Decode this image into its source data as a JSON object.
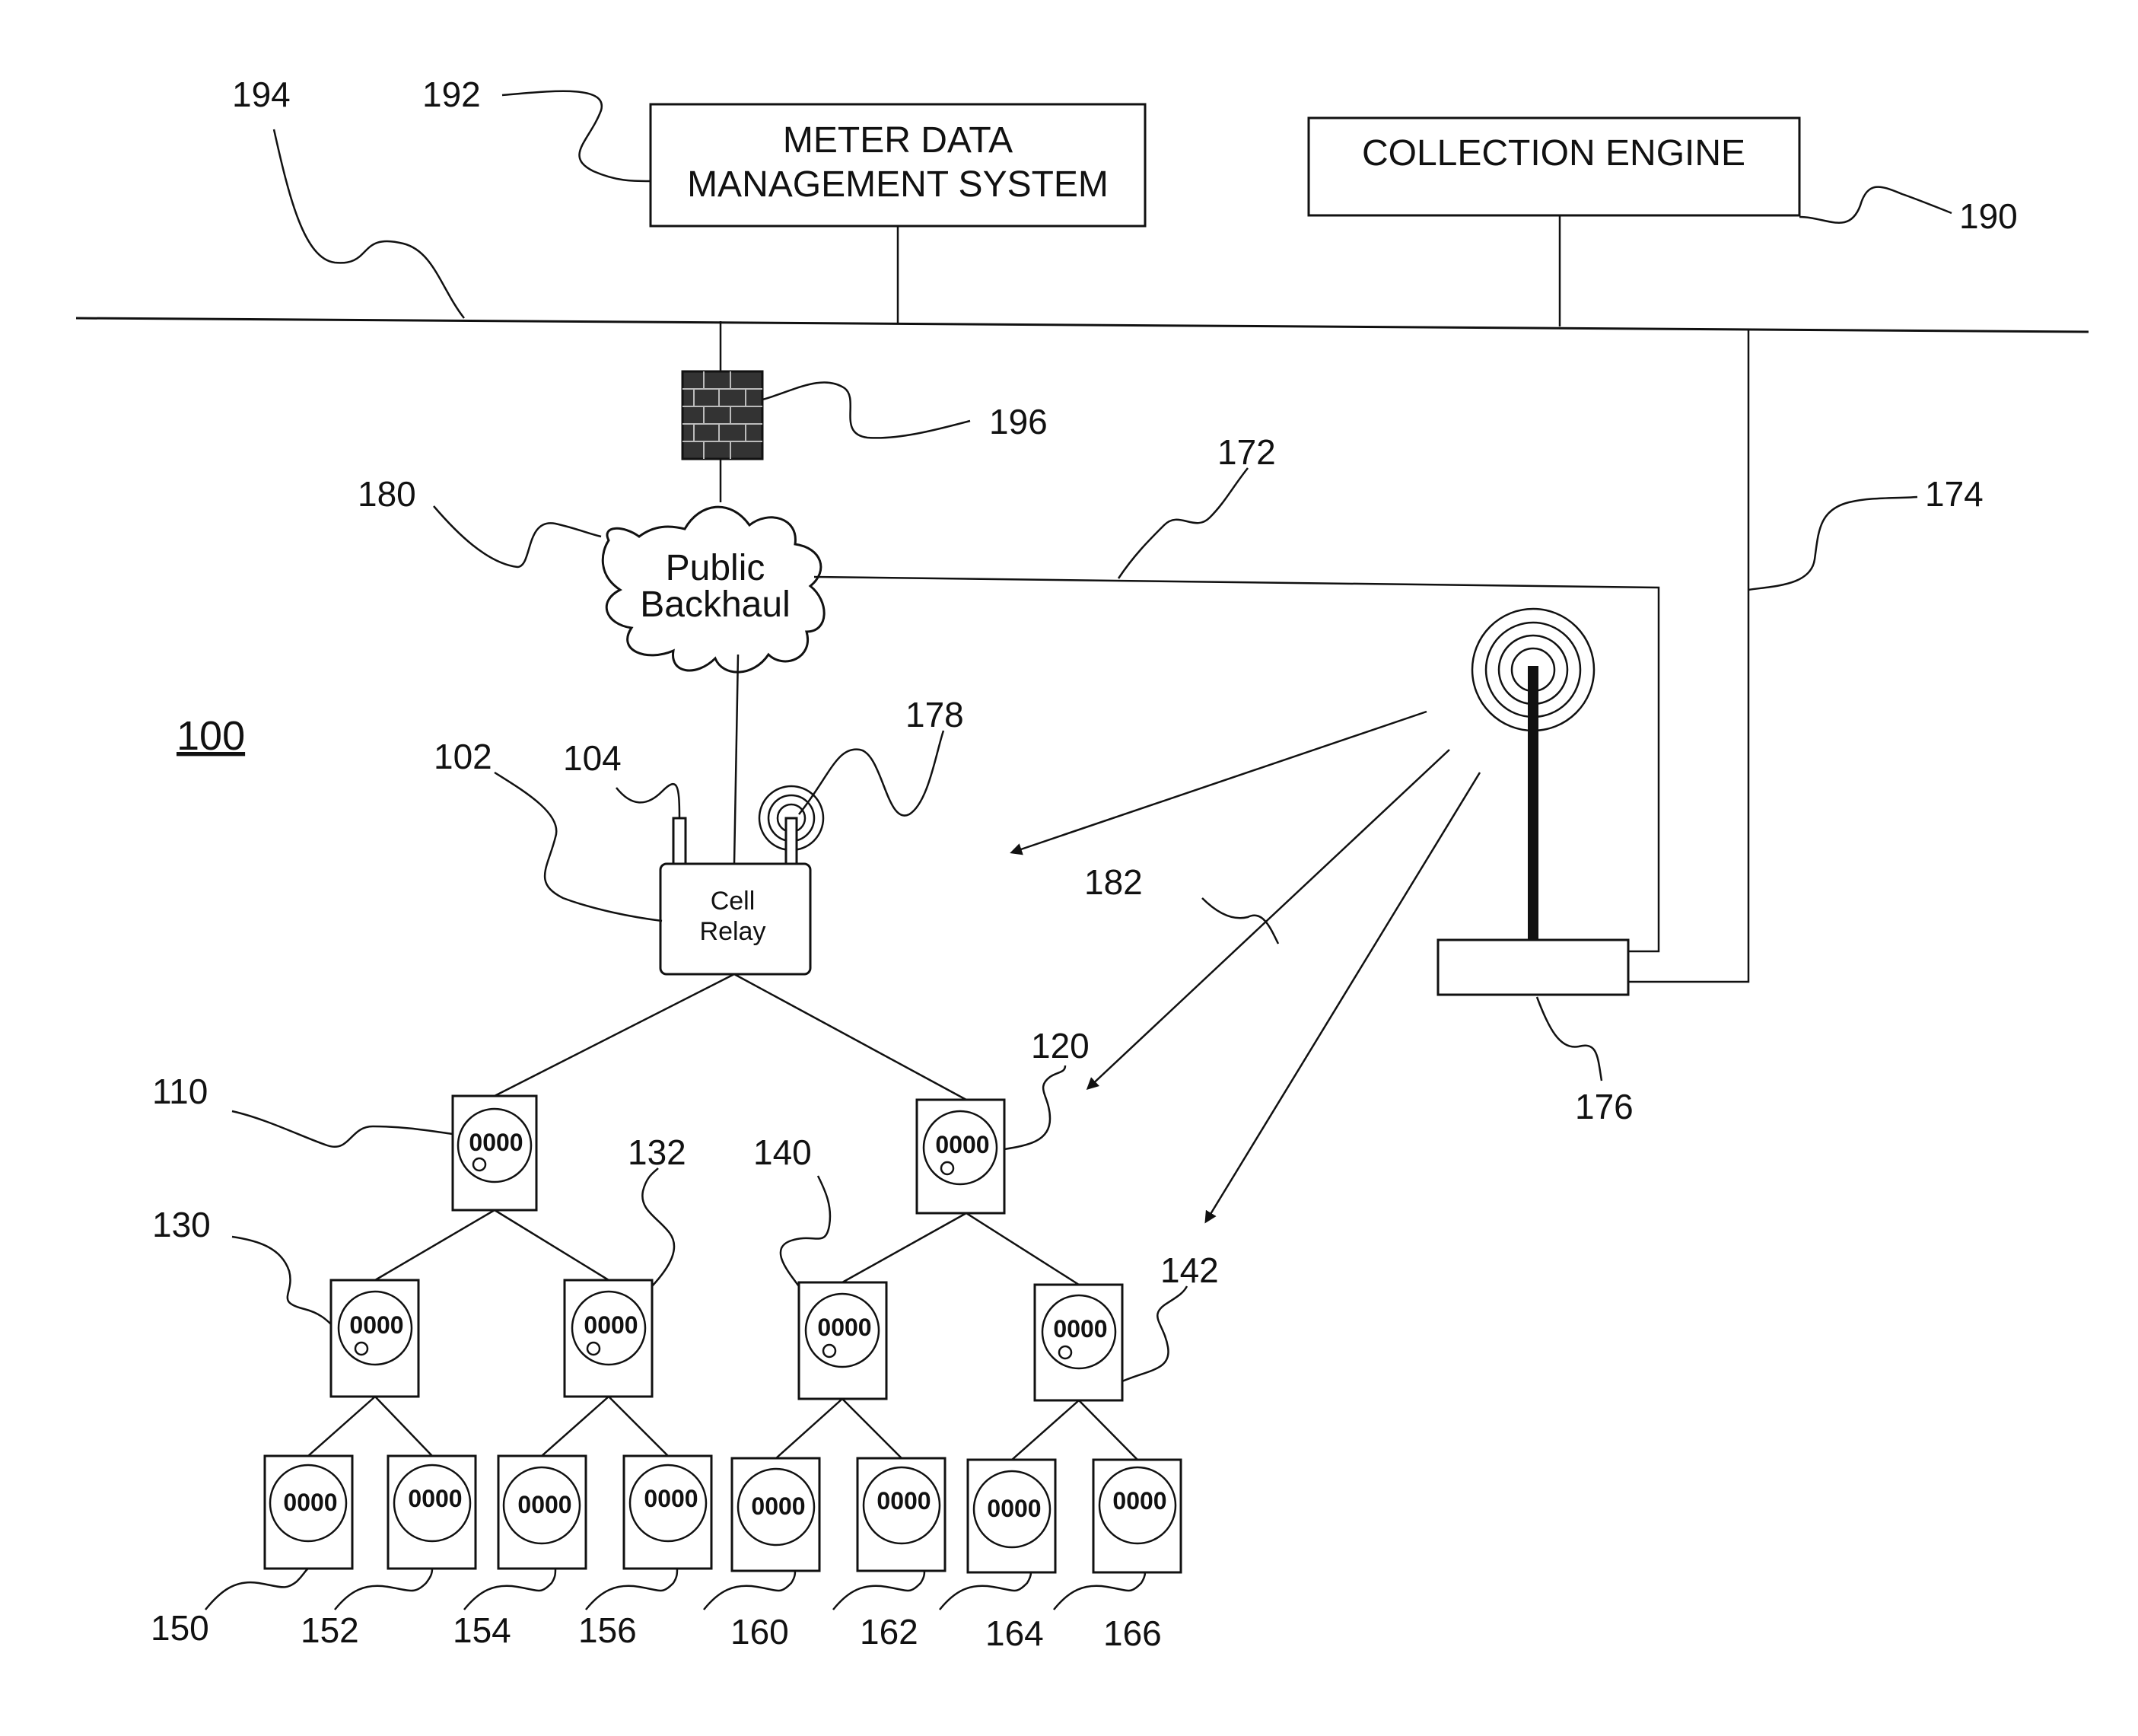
{
  "figure_ref": "100",
  "systems": {
    "mdms_line1": "METER DATA",
    "mdms_line2": "MANAGEMENT SYSTEM",
    "collection_engine": "COLLECTION ENGINE"
  },
  "backhaul": {
    "line1": "Public",
    "line2": "Backhaul"
  },
  "cell_relay": {
    "line1": "Cell",
    "line2": "Relay"
  },
  "meter_display": "0000",
  "refs": {
    "r194": "194",
    "r192": "192",
    "r190": "190",
    "r196": "196",
    "r180": "180",
    "r172": "172",
    "r174": "174",
    "r178": "178",
    "r102": "102",
    "r104": "104",
    "r182": "182",
    "r176": "176",
    "r110": "110",
    "r120": "120",
    "r130": "130",
    "r132": "132",
    "r140": "140",
    "r142": "142",
    "r150": "150",
    "r152": "152",
    "r154": "154",
    "r156": "156",
    "r160": "160",
    "r162": "162",
    "r164": "164",
    "r166": "166"
  },
  "colors": {
    "ink": "#111111",
    "firewall": "#333333"
  }
}
